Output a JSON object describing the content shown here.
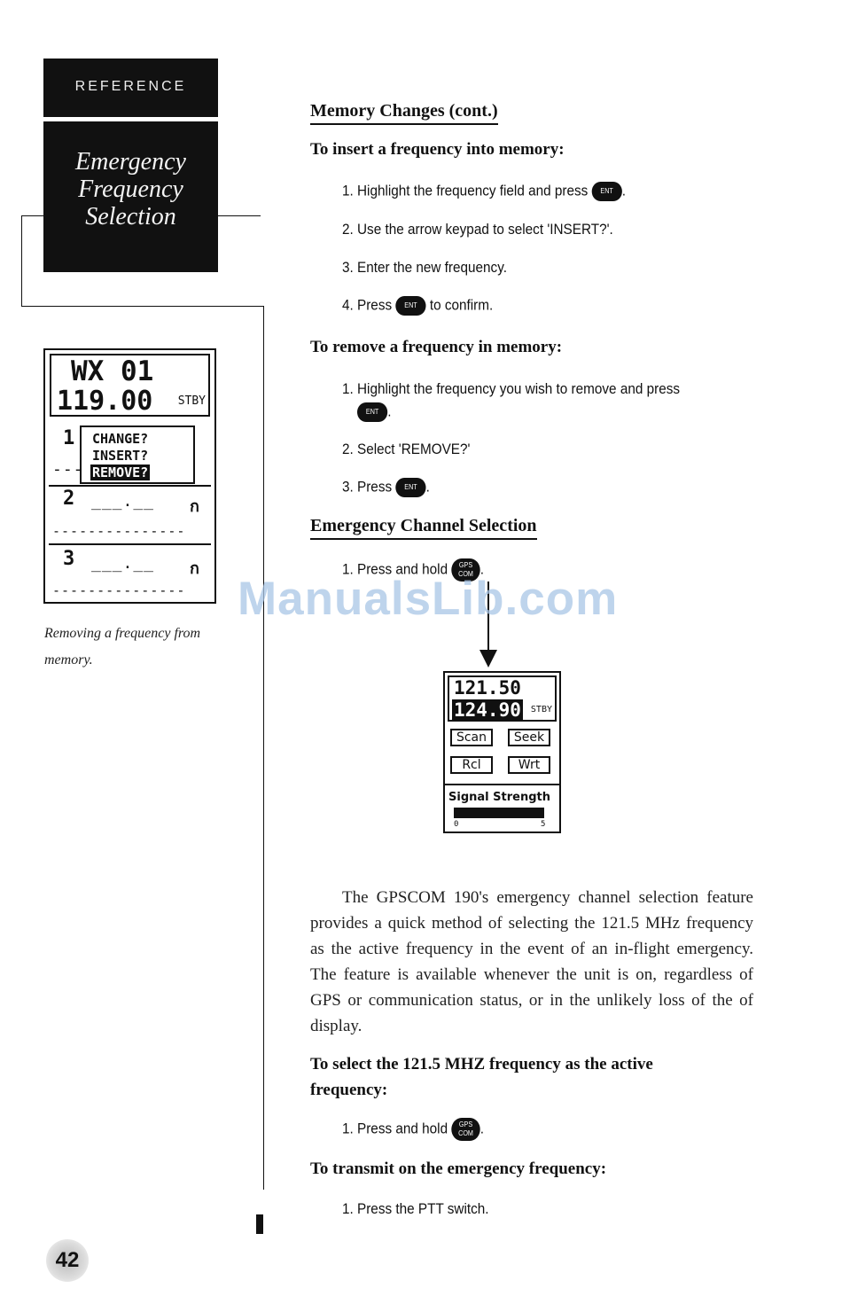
{
  "sidebar": {
    "section_label": "Reference",
    "title_lines": [
      "Emergency",
      "Frequency",
      "Selection"
    ],
    "caption": "Removing a frequency from memory."
  },
  "screen1": {
    "channel": "WX 01",
    "frequency": "119.00",
    "standby": "STBY",
    "slots": [
      {
        "num": "1",
        "dashes": "---"
      },
      {
        "num": "2",
        "dashes": "___.__"
      },
      {
        "num": "3",
        "dashes": "___.__"
      }
    ],
    "separator": "---------------",
    "menu": [
      "CHANGE?",
      "INSERT?",
      "REMOVE?"
    ],
    "lock_icon": "lock-icon"
  },
  "content": {
    "memory_heading": "Memory Changes (cont.)",
    "insert_heading": "To insert a frequency into memory:",
    "insert_steps": [
      {
        "pre": "1. Highlight the frequency field and press ",
        "post": "."
      },
      {
        "pre": "2. Use the arrow keypad to select 'INSERT?'.",
        "post": ""
      },
      {
        "pre": "3. Enter the new frequency.",
        "post": ""
      },
      {
        "pre": "4. Press ",
        "post": " to confirm."
      }
    ],
    "remove_heading": "To remove a frequency in memory:",
    "remove_steps": [
      {
        "pre": "1. Highlight the frequency you wish to remove and press",
        "post": "."
      },
      {
        "pre": "2. Select  'REMOVE?'",
        "post": ""
      },
      {
        "pre": "3. Press ",
        "post": "."
      }
    ],
    "emergency_heading": "Emergency Channel Selection",
    "emergency_step": {
      "pre": "1. Press and hold ",
      "post": "."
    },
    "paragraph": "The GPSCOM 190's emergency channel selection feature provides a quick method of selecting the 121.5 MHz frequency as the active frequency in the event of an in-flight emergency. The feature is available whenever the unit is on, regardless of GPS or communication status, or in the unlikely loss of the of display.",
    "select_heading": "To select the 121.5 MHZ frequency as the active frequency:",
    "select_step": {
      "pre": "1. Press and hold ",
      "post": "."
    },
    "transmit_heading": "To transmit on the emergency frequency:",
    "transmit_step": "1. Press the PTT switch."
  },
  "buttons": {
    "ent": "ENT",
    "gps_top": "GPS",
    "gps_bottom": "COM"
  },
  "screen2": {
    "active": "121.50",
    "standby_freq": "124.90",
    "standby": "STBY",
    "soft_keys": [
      "Scan",
      "Seek",
      "Rcl",
      "Wrt"
    ],
    "signal_label": "Signal Strength",
    "tick_left": "0",
    "tick_right": "5"
  },
  "watermark": "ManualsLib.com",
  "page_number": "42"
}
